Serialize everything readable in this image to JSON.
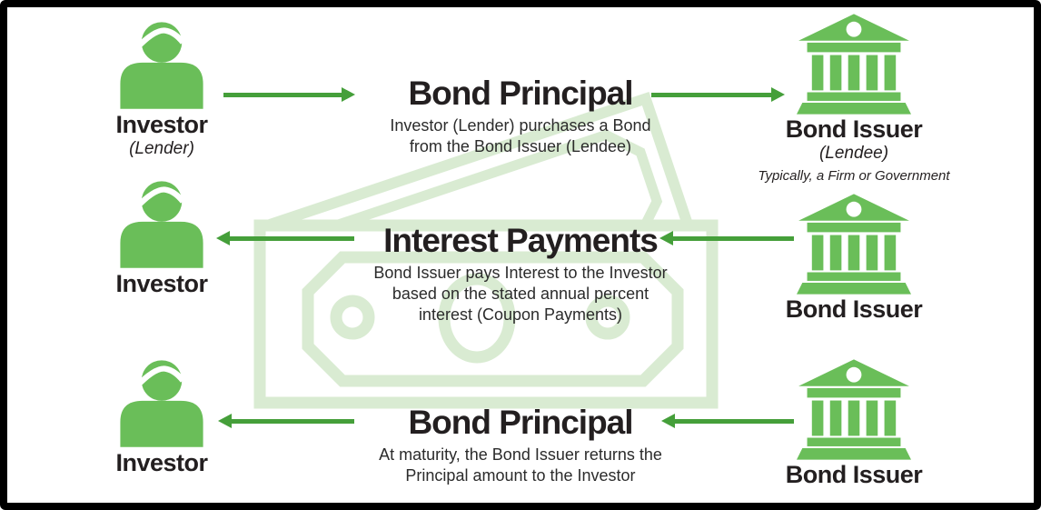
{
  "colors": {
    "icon_green": "#6abe59",
    "arrow_green": "#459f3a",
    "watermark_green": "#d9ebd2",
    "text_black": "#231f20",
    "frame_border": "#000000"
  },
  "watermark": "money-bill-icon",
  "rows": [
    {
      "flow_direction": "left-to-right",
      "left_entity": {
        "icon": "person-icon",
        "label": "Investor",
        "sublabel": "(Lender)"
      },
      "message": {
        "title": "Bond Principal",
        "description": "Investor (Lender) purchases a Bond\nfrom the Bond Issuer (Lendee)"
      },
      "right_entity": {
        "icon": "bank-icon",
        "label": "Bond Issuer",
        "sublabel": "(Lendee)",
        "note": "Typically, a Firm or Government"
      }
    },
    {
      "flow_direction": "right-to-left",
      "left_entity": {
        "icon": "person-icon",
        "label": "Investor"
      },
      "message": {
        "title": "Interest Payments",
        "description": "Bond Issuer pays Interest to the Investor\nbased on the stated annual percent\ninterest (Coupon Payments)"
      },
      "right_entity": {
        "icon": "bank-icon",
        "label": "Bond Issuer"
      }
    },
    {
      "flow_direction": "right-to-left",
      "left_entity": {
        "icon": "person-icon",
        "label": "Investor"
      },
      "message": {
        "title": "Bond Principal",
        "description": "At maturity, the Bond Issuer returns the\nPrincipal amount to the Investor"
      },
      "right_entity": {
        "icon": "bank-icon",
        "label": "Bond Issuer"
      }
    }
  ]
}
